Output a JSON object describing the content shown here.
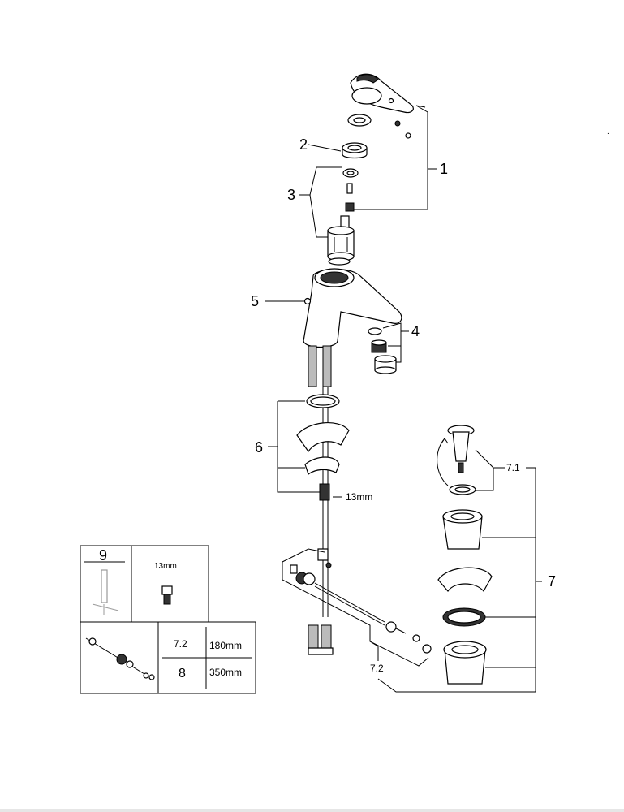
{
  "callouts": {
    "c1": "1",
    "c2": "2",
    "c3": "3",
    "c4": "4",
    "c5": "5",
    "c6": "6",
    "c7": "7",
    "c7_1": "7.1",
    "c7_2": "7.2",
    "wrench_size": "13mm"
  },
  "inset_box": {
    "tool_number": "9",
    "nut_size": "13mm",
    "rod_rows": [
      {
        "item": "7.2",
        "length": "180mm"
      },
      {
        "item": "8",
        "length": "350mm"
      }
    ]
  },
  "colors": {
    "line": "#000000",
    "part_fill": "#ffffff",
    "shade": "#333333"
  }
}
